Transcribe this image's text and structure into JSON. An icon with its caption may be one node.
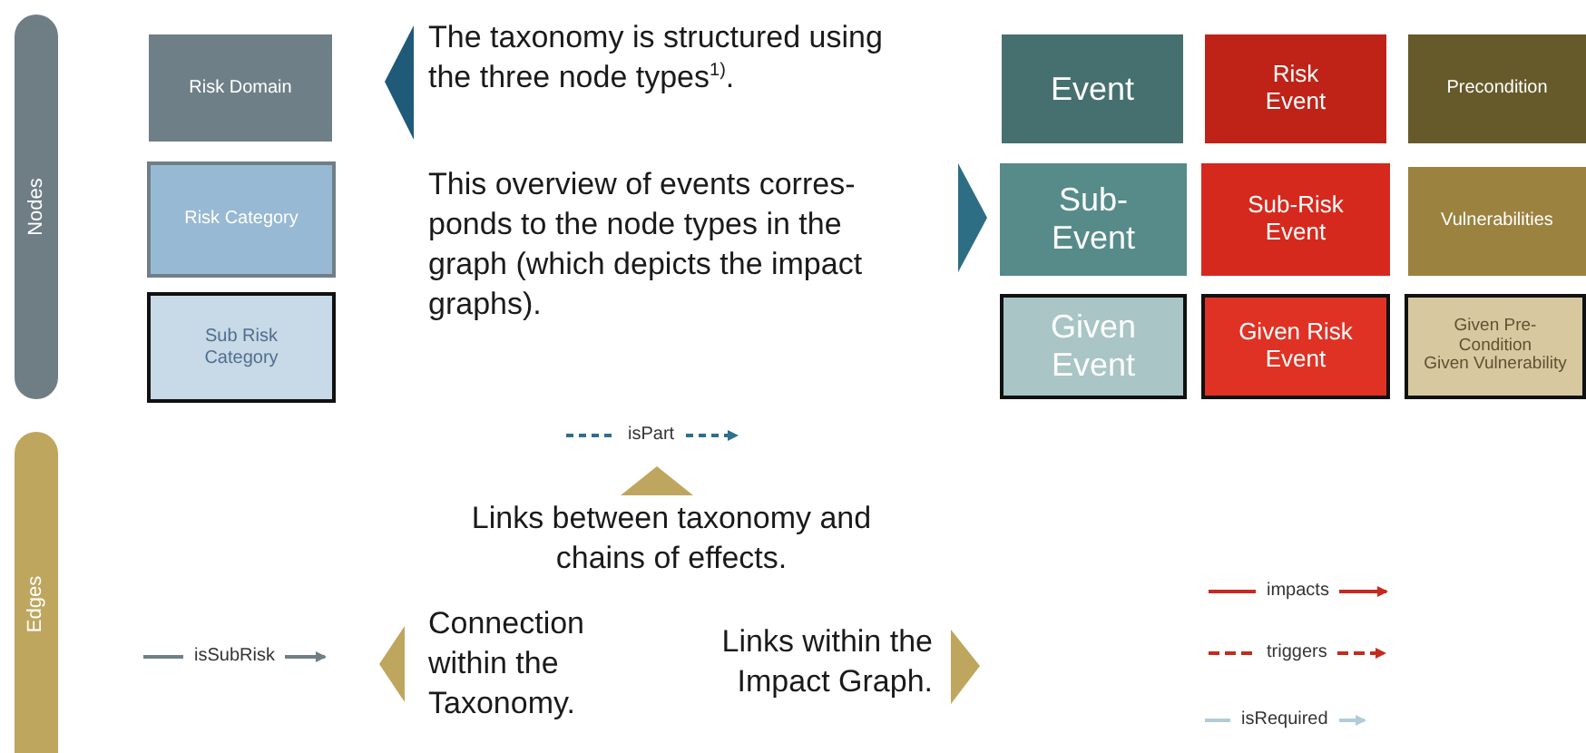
{
  "diagram": {
    "nodes": [
      {
        "text": [
          "Nodes"
        ]
      },
      {
        "text": [
          "Risk Domain"
        ]
      },
      {
        "text": [
          "Risk Category"
        ]
      },
      {
        "text": [
          "Sub Risk Category"
        ]
      },
      {
        "text": [
          "Event"
        ]
      },
      {
        "text": [
          "Risk Event"
        ]
      },
      {
        "text": [
          "Precondition"
        ]
      },
      {
        "text": [
          "Sub-Event"
        ]
      },
      {
        "text": [
          "Sub-Risk Event"
        ]
      },
      {
        "text": [
          "Vulnerabilities"
        ]
      },
      {
        "text": [
          "Given Event"
        ]
      },
      {
        "text": [
          "Given Risk Event"
        ]
      },
      {
        "text": [
          "Given Pre-Condition",
          "Given Vulnerability"
        ]
      },
      {
        "text": [
          "Edges"
        ]
      }
    ],
    "labels": [
      "The taxonomy is structured using the three node types$^{1)}$.",
      "This overview of events corres-ponds to the node types in the graph (which depicts the impact graphs).",
      "Links between taxonomy and chains of effects.",
      "Connection within the Taxonomy.",
      "Links within the Impact Graph."
    ],
    "legend": [
      {
        "text": "isPart"
      },
      {
        "text": "isSubRisk"
      },
      {
        "text": "impacts"
      },
      {
        "text": "triggers"
      },
      {
        "text": "isRequired"
      }
    ]
  }
}
